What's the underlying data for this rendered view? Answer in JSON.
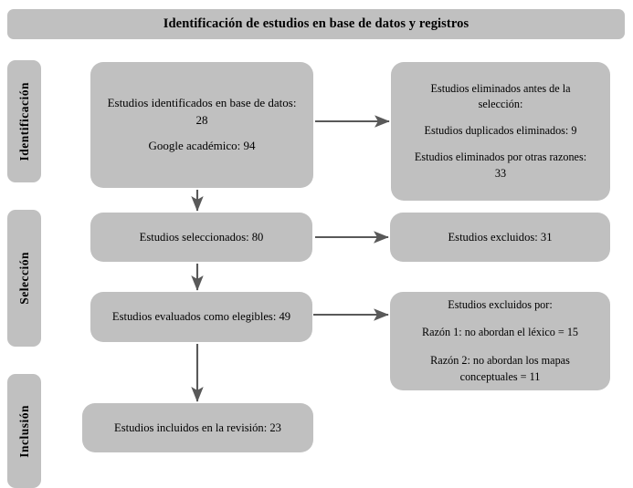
{
  "header": {
    "title": "Identificación de estudios en base de datos y registros"
  },
  "stages": [
    {
      "label": "Identificación",
      "name": "stage-identificacion"
    },
    {
      "label": "Selección",
      "name": "stage-seleccion"
    },
    {
      "label": "Inclusión",
      "name": "stage-inclusion"
    }
  ],
  "boxes": {
    "identified": {
      "line1": "Estudios identificados en base de datos:",
      "line2": "28",
      "line3": "Google académico:  94"
    },
    "removed": {
      "line1": "Estudios eliminados antes de la",
      "line2": "selección:",
      "line3": "Estudios duplicados eliminados: 9",
      "line4": "Estudios eliminados por otras razones:",
      "line5": "33"
    },
    "screened": {
      "line1": "Estudios seleccionados: 80"
    },
    "excluded_screened": {
      "line1": "Estudios excluidos: 31"
    },
    "eligible": {
      "line1": "Estudios evaluados como elegibles: 49"
    },
    "excluded_eligible": {
      "line1": "Estudios excluidos por:",
      "line2": "Razón 1: no abordan el léxico = 15",
      "line3": "Razón 2: no abordan los mapas",
      "line4": "conceptuales = 11"
    },
    "included": {
      "line1": "Estudios incluidos en la revisión: 23"
    }
  },
  "colors": {
    "box_fill": "#c0c0c0",
    "arrow": "#595959",
    "text": "#000000",
    "background": "#ffffff"
  }
}
